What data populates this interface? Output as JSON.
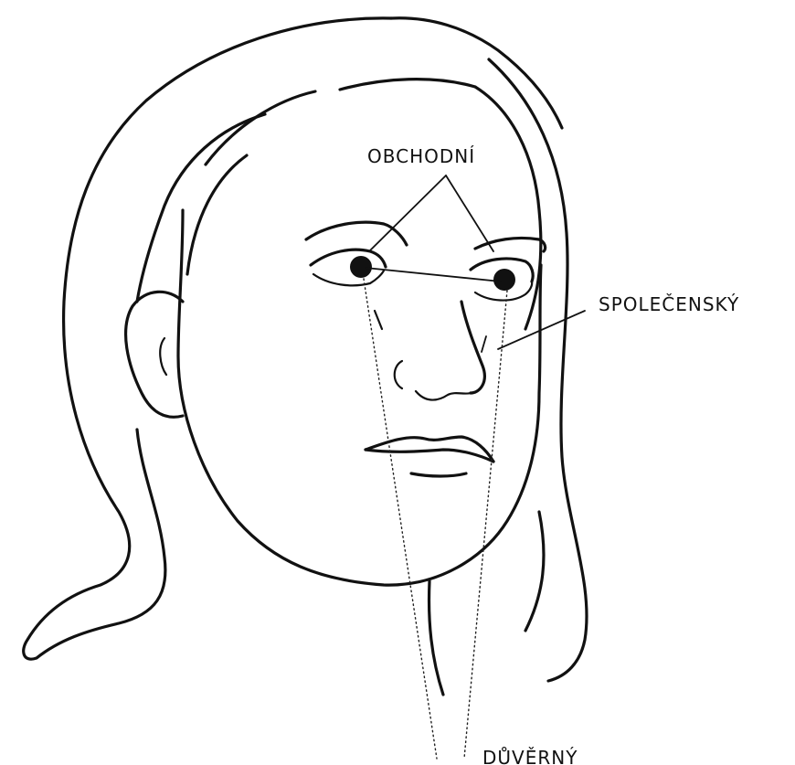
{
  "labels": {
    "business": "OBCHODNÍ",
    "social": "SPOLEČENSKÝ",
    "intimate": "DŮVĚRNÝ"
  },
  "colors": {
    "ink": "#111111",
    "paper": "#ffffff"
  }
}
